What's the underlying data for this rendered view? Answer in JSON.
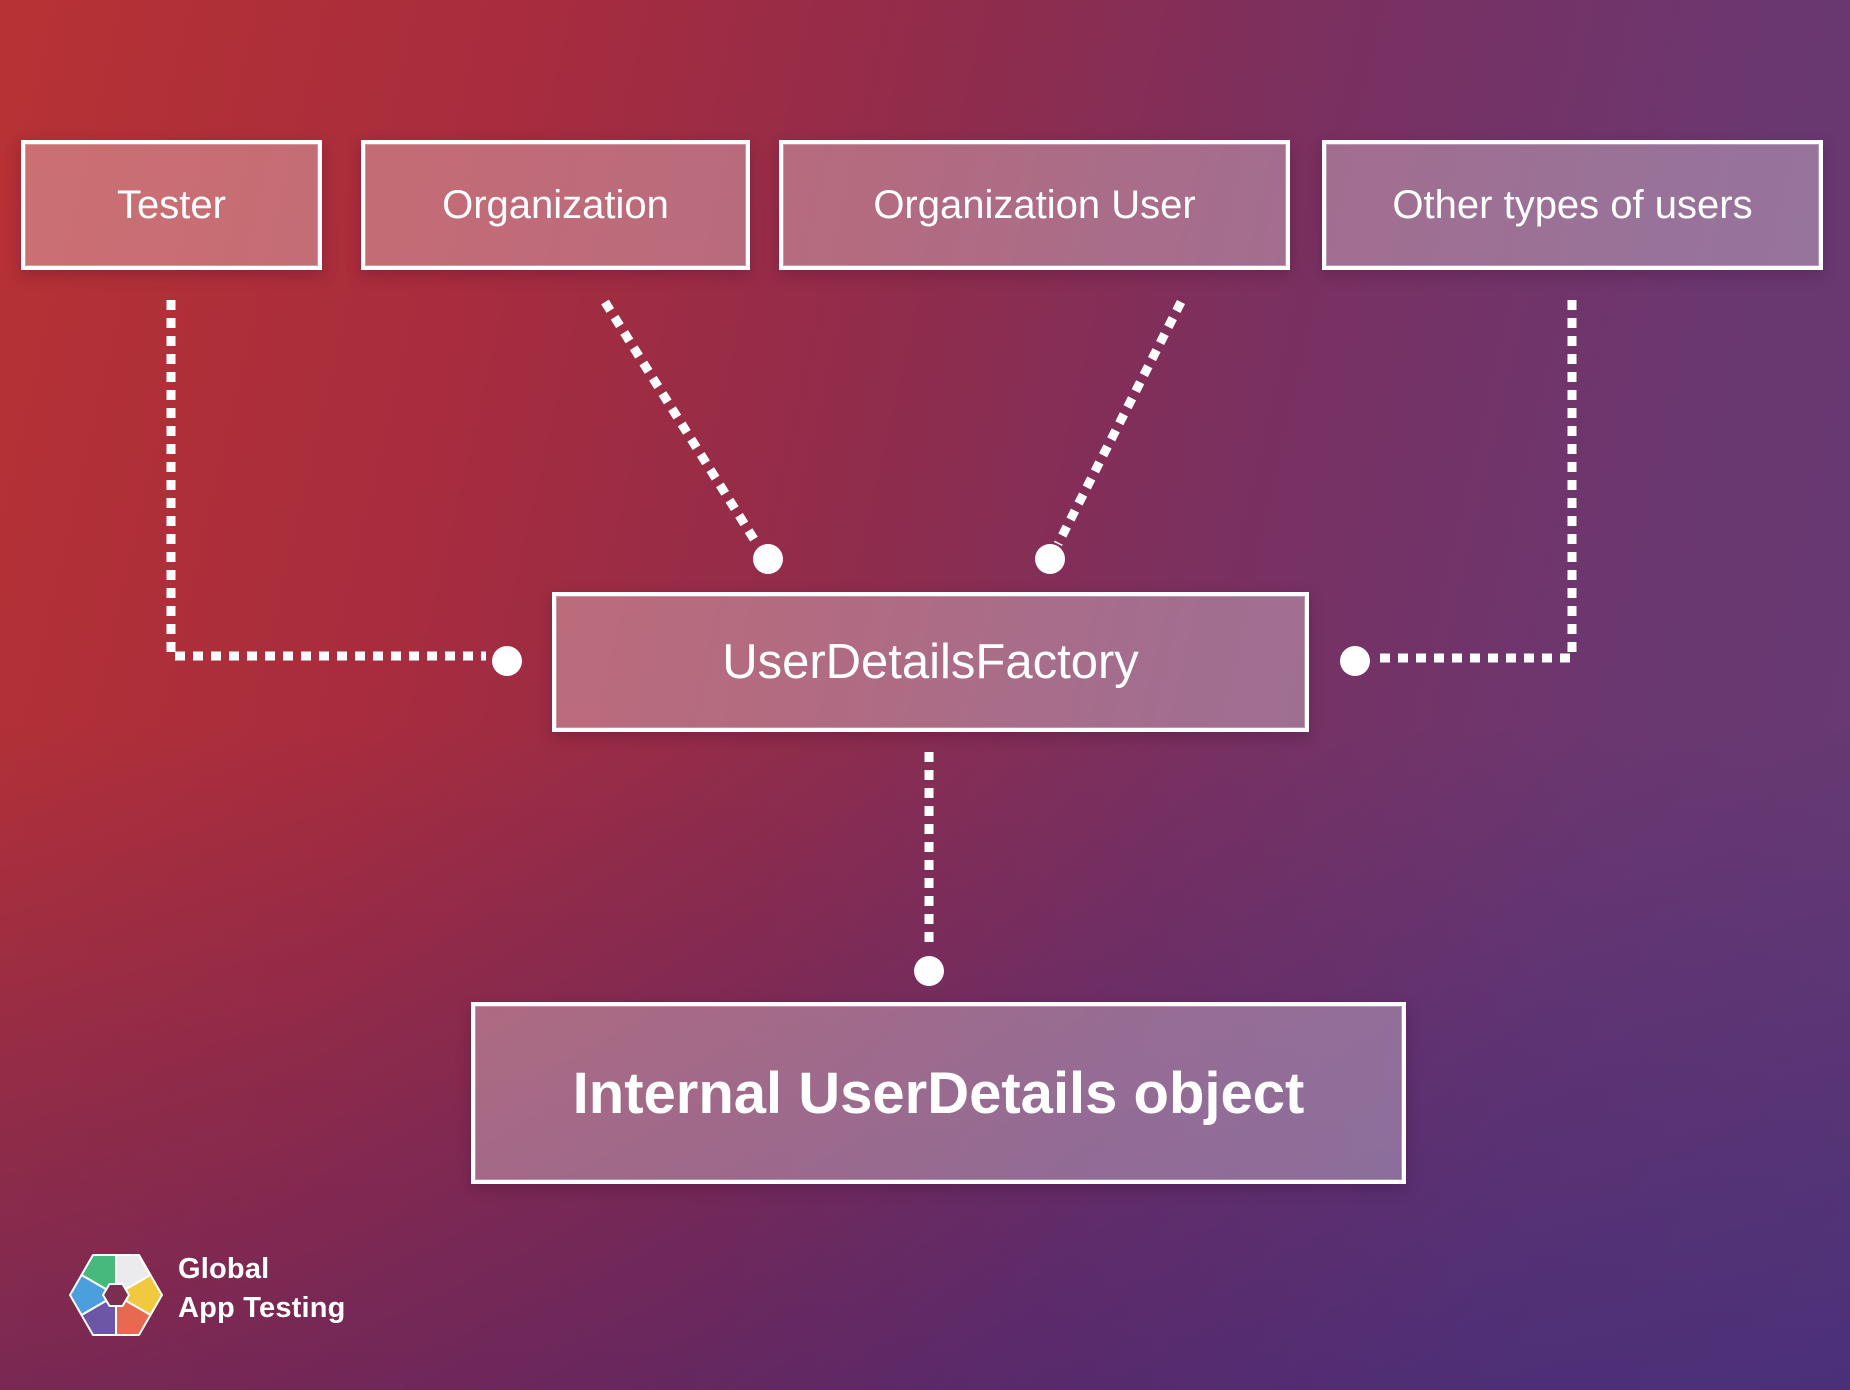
{
  "diagram": {
    "sources": [
      {
        "label": "Tester"
      },
      {
        "label": "Organization"
      },
      {
        "label": "Organization User"
      },
      {
        "label": "Other types of users"
      }
    ],
    "factory": {
      "label": "UserDetailsFactory"
    },
    "result": {
      "label": "Internal UserDetails object"
    },
    "edges": [
      {
        "from": "Tester",
        "to": "UserDetailsFactory",
        "style": "dashed"
      },
      {
        "from": "Organization",
        "to": "UserDetailsFactory",
        "style": "dashed"
      },
      {
        "from": "Organization User",
        "to": "UserDetailsFactory",
        "style": "dashed"
      },
      {
        "from": "Other types of users",
        "to": "UserDetailsFactory",
        "style": "dashed"
      },
      {
        "from": "UserDetailsFactory",
        "to": "Internal UserDetails object",
        "style": "dashed"
      }
    ]
  },
  "logo": {
    "line1": "Global",
    "line2": "App Testing",
    "colors": {
      "green": "#46b97c",
      "white": "#ebebee",
      "yellow": "#f0c93f",
      "orange": "#e96851",
      "purple": "#6b57a5",
      "blue": "#4a9fdc",
      "center": "#7b2e52"
    }
  },
  "colors": {
    "background_top_left": "#b73234",
    "background_bottom_right": "#4c3c80",
    "node_border": "#ffffff",
    "node_fill": "rgba(255,255,255,0.30)",
    "connector": "#ffffff",
    "text": "#ffffff"
  }
}
